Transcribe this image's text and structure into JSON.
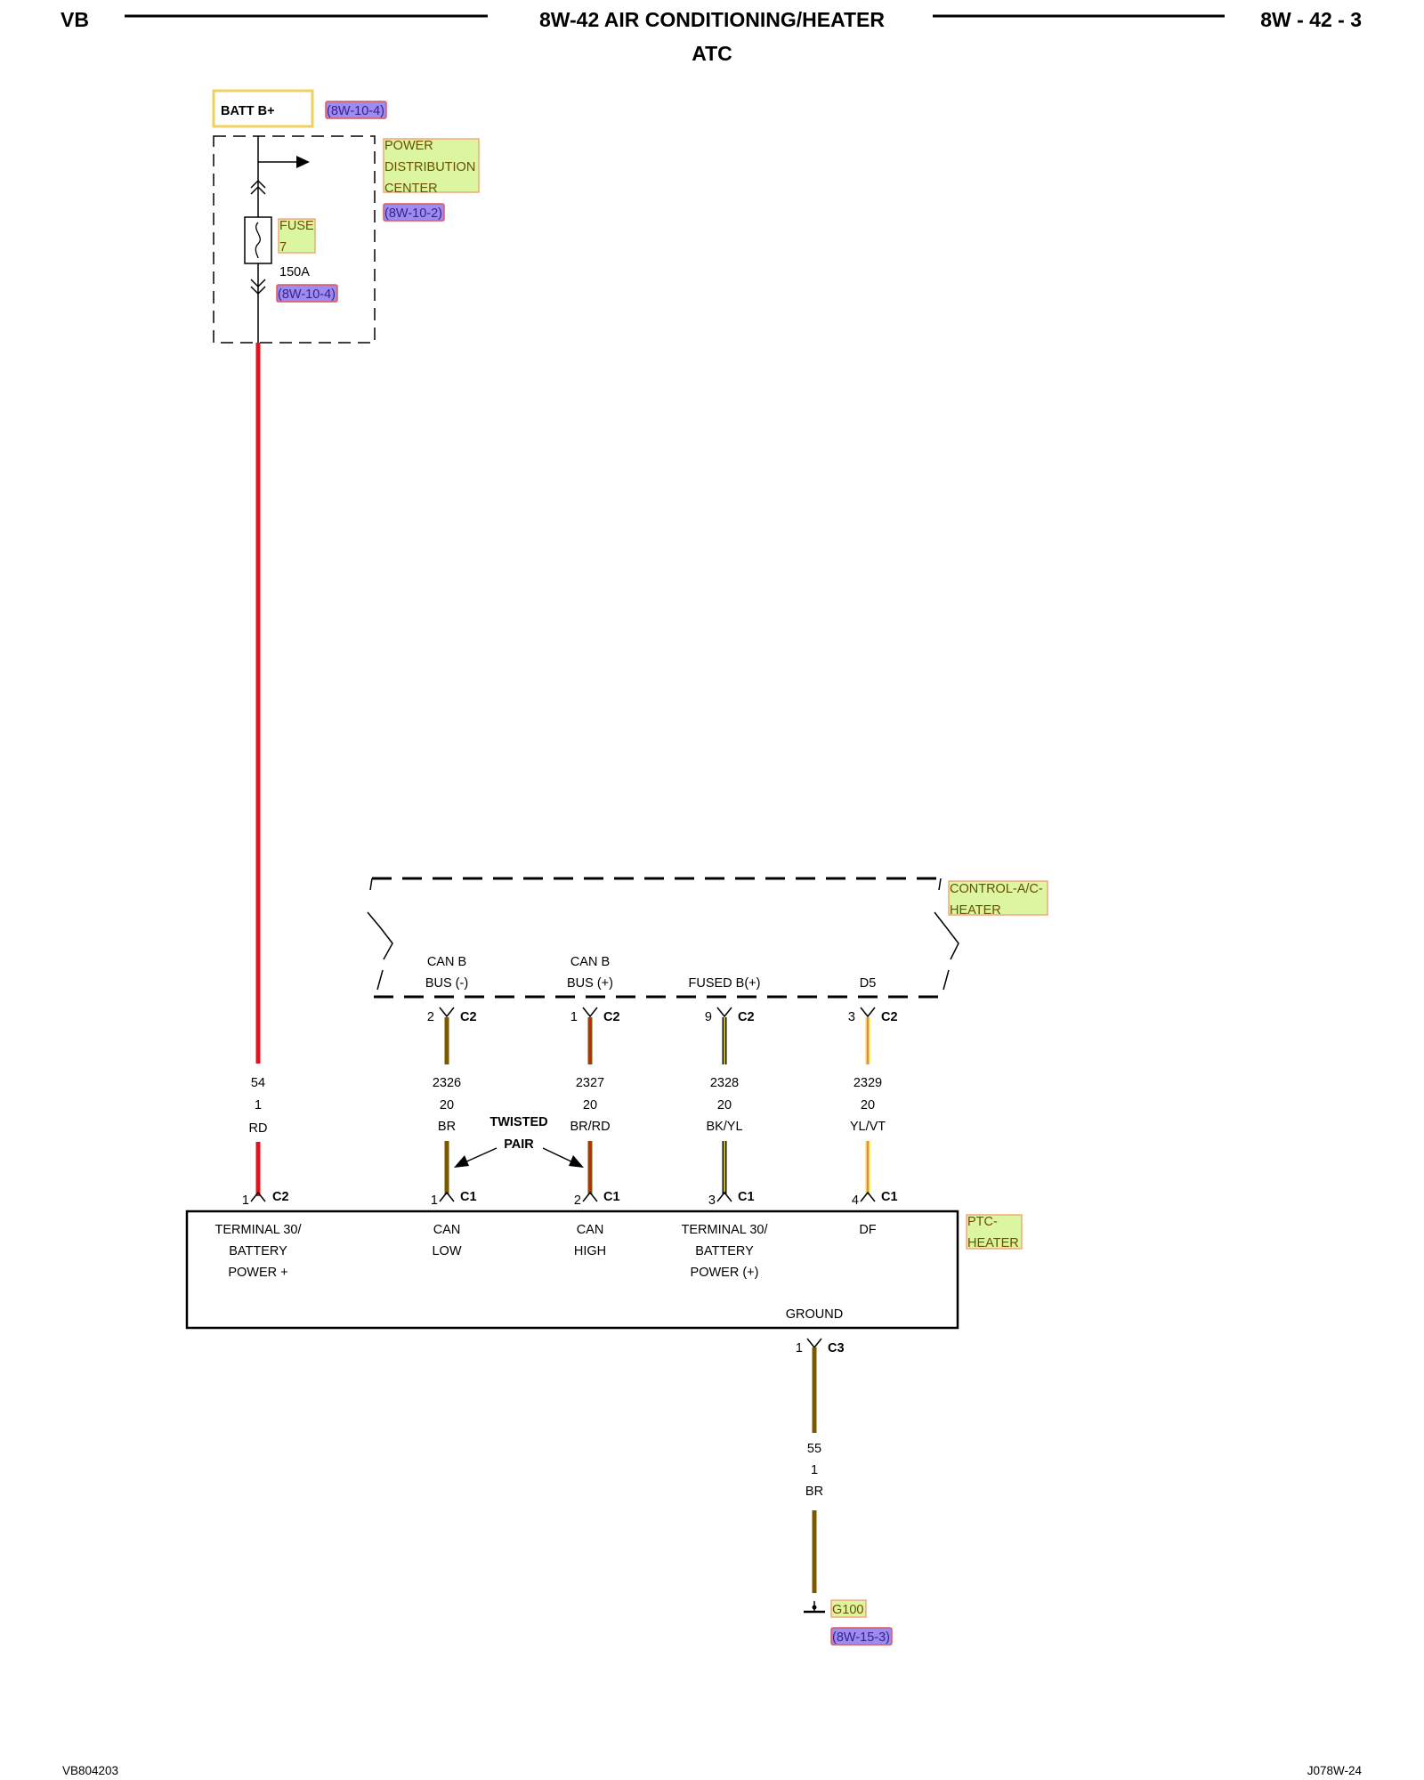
{
  "header": {
    "left": "VB",
    "title": "8W-42 AIR CONDITIONING/HEATER",
    "subtitle": "ATC",
    "page": "8W - 42 - 3"
  },
  "footer": {
    "left": "VB804203",
    "right": "J078W-24"
  },
  "source": {
    "label": "BATT B+",
    "ref": "(8W-10-4)",
    "pdc_lines": [
      "POWER",
      "DISTRIBUTION",
      "CENTER"
    ],
    "pdc_ref": "(8W-10-2)",
    "fuse_lines": [
      "FUSE",
      "7"
    ],
    "fuse_rating": "150A",
    "fuse_ref": "(8W-10-4)"
  },
  "control_module": {
    "label_lines": [
      "CONTROL-A/C-",
      "HEATER"
    ],
    "pins": [
      {
        "lines": [
          "CAN B",
          "BUS (-)"
        ],
        "pin": "2",
        "conn": "C2"
      },
      {
        "lines": [
          "CAN B",
          "BUS (+)"
        ],
        "pin": "1",
        "conn": "C2"
      },
      {
        "lines": [
          "FUSED B(+)"
        ],
        "pin": "9",
        "conn": "C2"
      },
      {
        "lines": [
          "D5"
        ],
        "pin": "3",
        "conn": "C2"
      }
    ]
  },
  "wires": [
    {
      "circuit": "54",
      "gauge": "1",
      "color": "RD",
      "base": "#e0141e",
      "tracer": ""
    },
    {
      "circuit": "2326",
      "gauge": "20",
      "color": "BR",
      "base": "#7a5a00",
      "tracer": ""
    },
    {
      "circuit": "2327",
      "gauge": "20",
      "color": "BR/RD",
      "base": "#7a5a00",
      "tracer": "#e0141e"
    },
    {
      "circuit": "2328",
      "gauge": "20",
      "color": "BK/YL",
      "base": "#111111",
      "tracer": "#f2e400"
    },
    {
      "circuit": "2329",
      "gauge": "20",
      "color": "YL/VT",
      "base": "#f2e400",
      "tracer": "#e060c8"
    }
  ],
  "twisted_pair": [
    "TWISTED",
    "PAIR"
  ],
  "ptc_heater": {
    "label_lines": [
      "PTC-",
      "HEATER"
    ],
    "pins": [
      {
        "lines": [
          "TERMINAL 30/",
          "BATTERY",
          "POWER +"
        ],
        "pin": "1",
        "conn": "C2"
      },
      {
        "lines": [
          "CAN",
          "LOW"
        ],
        "pin": "1",
        "conn": "C1"
      },
      {
        "lines": [
          "CAN",
          "HIGH"
        ],
        "pin": "2",
        "conn": "C1"
      },
      {
        "lines": [
          "TERMINAL 30/",
          "BATTERY",
          "POWER (+)"
        ],
        "pin": "3",
        "conn": "C1"
      },
      {
        "lines": [
          "DF"
        ],
        "pin": "4",
        "conn": "C1"
      }
    ],
    "ground_label": "GROUND",
    "ground_pin": "1",
    "ground_conn": "C3"
  },
  "ground_wire": {
    "circuit": "55",
    "gauge": "1",
    "color": "BR",
    "base": "#7a5a00"
  },
  "ground_point": {
    "label": "G100",
    "ref": "(8W-15-3)"
  },
  "colors": {
    "label_fill": "#dcf5a0",
    "label_border": "#f0a878",
    "ref_fill": "#9c8cf0",
    "ref_border": "#e05858",
    "batt_border": "#f0d060"
  }
}
